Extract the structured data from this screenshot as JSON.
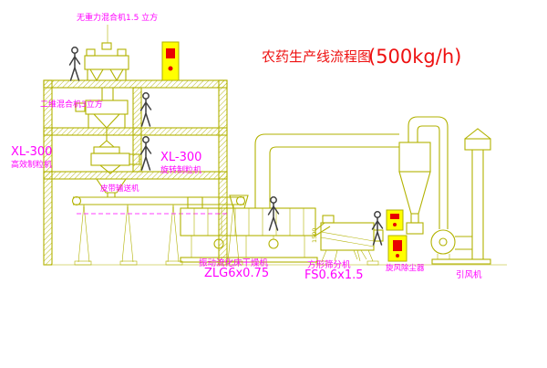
{
  "title": {
    "name": "农药生产线流程图",
    "capacity": "(500kg/h)"
  },
  "labels": {
    "top_mixer": "无重力混合机1.5 立方",
    "mid_mixer": "二维混合机3立方",
    "xl_left_model": "XL-300",
    "xl_left_name": "高效制粒机",
    "xl_center_model": "XL-300",
    "xl_center_name": "旋转制粒机",
    "conveyor": "皮带输送机",
    "dryer_name": "振动流化床干燥机",
    "dryer_model": "ZLG6x0.75",
    "sifter_name": "方形筛分机",
    "sifter_model": "FS0.6x1.5",
    "cyclone": "旋风除尘器",
    "fan": "引风机",
    "dim_1500": "1500"
  },
  "colors": {
    "line": "#b2b200",
    "label": "#ff00ff",
    "title": "#ee1111",
    "panel_fill": "#ffff00",
    "panel_accent": "#e90000",
    "figure": "#3f3f3f",
    "background": "#ffffff"
  }
}
